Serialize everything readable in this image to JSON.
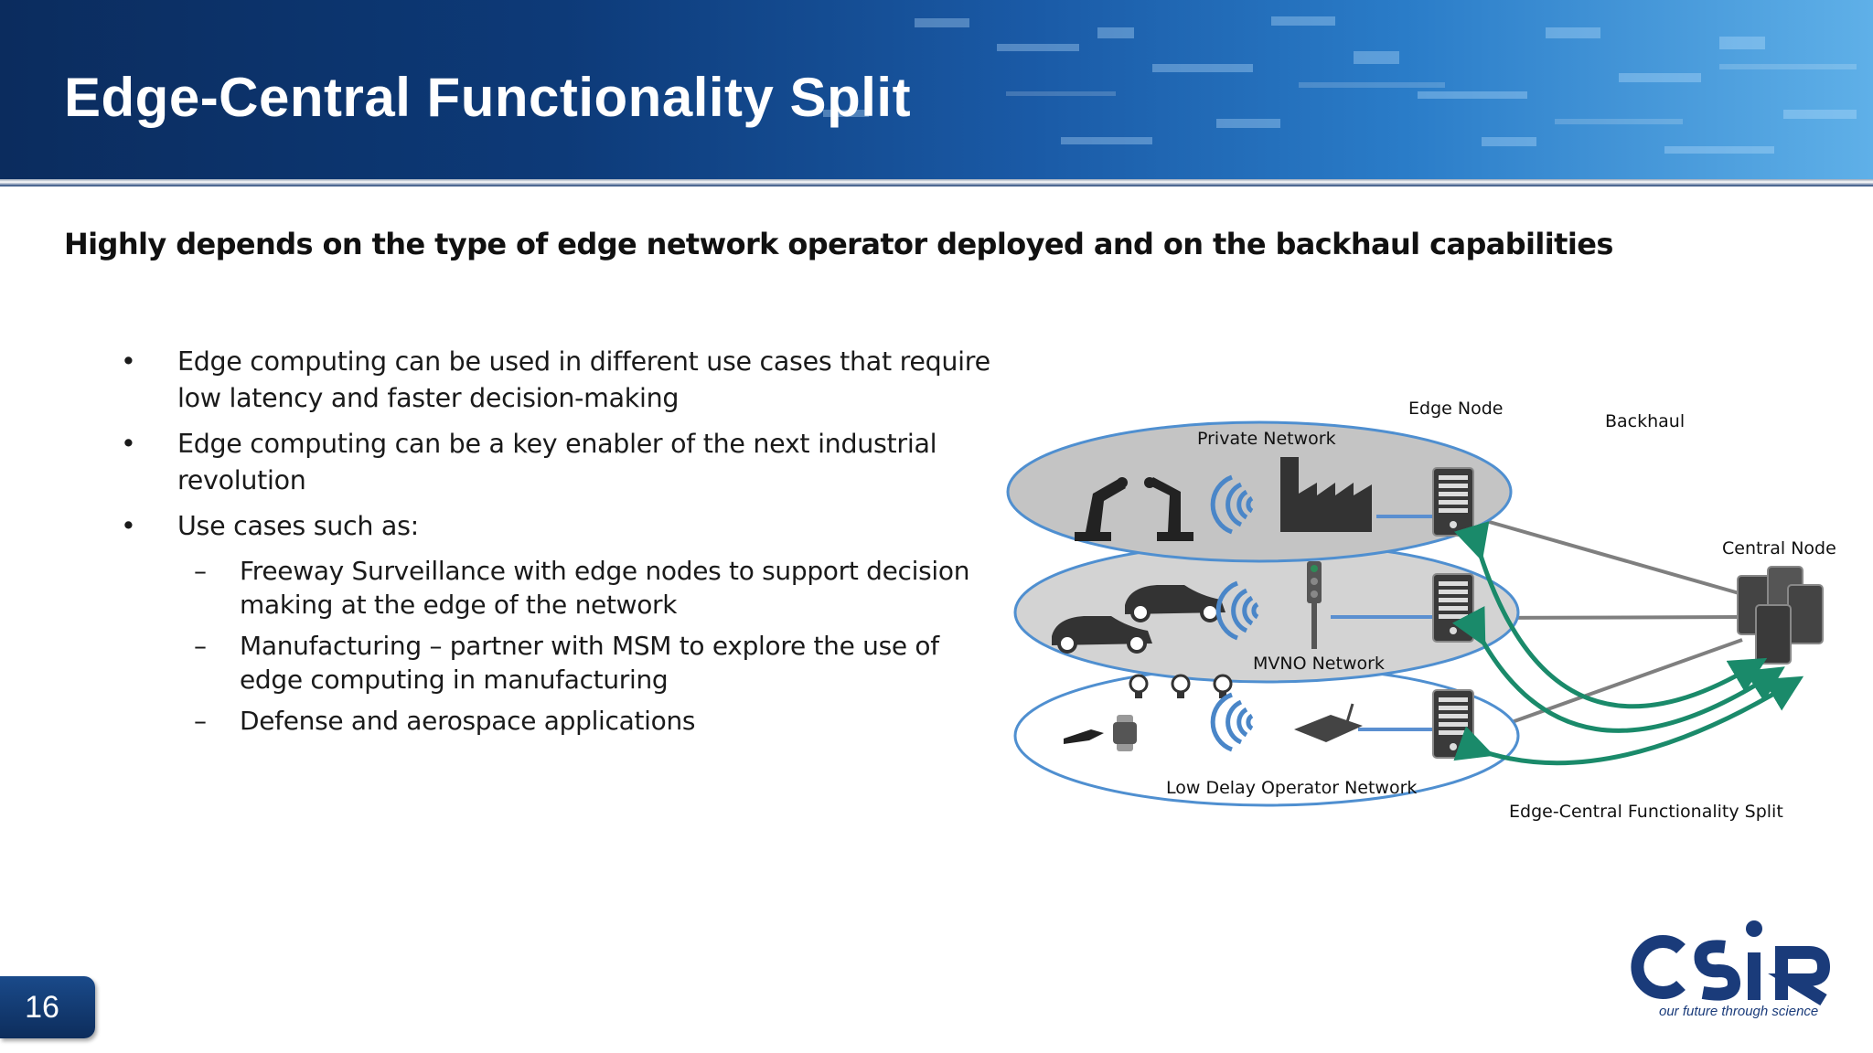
{
  "slide": {
    "title": "Edge-Central Functionality Split",
    "subtitle": "Highly depends on the type of edge network operator deployed and on the backhaul capabilities",
    "page_number": "16"
  },
  "bullets": [
    {
      "mark": "•",
      "text": "Edge computing can be used in different use cases that require low latency and faster decision-making"
    },
    {
      "mark": "•",
      "text": "Edge computing can be a key enabler of the next industrial revolution"
    },
    {
      "mark": "•",
      "text": "Use cases such as:"
    }
  ],
  "sub_bullets": [
    {
      "mark": "–",
      "text": "Freeway Surveillance with edge nodes to support decision making at the edge of the network"
    },
    {
      "mark": "–",
      "text": "Manufacturing – partner with MSM to explore the use of edge computing in manufacturing"
    },
    {
      "mark": "–",
      "text": "Defense and aerospace applications"
    }
  ],
  "diagram": {
    "edge_node": "Edge Node",
    "backhaul": "Backhaul",
    "private_network": "Private Network",
    "central_node": "Central Node",
    "mvno_network": "MVNO Network",
    "low_delay_network": "Low Delay Operator Network",
    "split_label": "Edge-Central Functionality Split",
    "colors": {
      "arrow": "#1a8a6a",
      "signal": "#4a86c8",
      "link": "#7f7f7f",
      "ellipse_fill": "#c9c9c9",
      "ellipse_stroke": "#4f8fd0"
    }
  },
  "logo": {
    "name": "CSIR",
    "tagline": "our future through science",
    "color": "#1a3b7a"
  }
}
